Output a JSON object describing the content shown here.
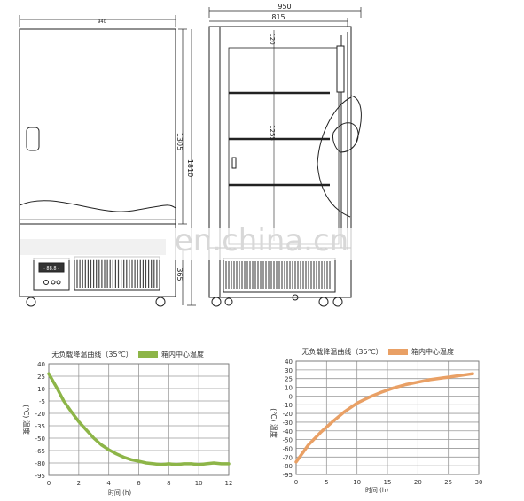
{
  "drawing": {
    "front": {
      "width_dim": "940",
      "height_dims": [
        "1305",
        "1810"
      ],
      "base_dim": "365",
      "display_text": "· 88.8 ·"
    },
    "side": {
      "width_dims": [
        "950",
        "815"
      ],
      "top_dim": "120",
      "inner_dim": "1255"
    }
  },
  "watermark": {
    "text": "en.china.cn",
    "color": "#d8d8d8"
  },
  "chart_data": [
    {
      "type": "line",
      "title": "无负载降温曲线（35℃）",
      "legend": "箱内中心温度",
      "ylabel": "(℃) 温度",
      "xlabel": "时间 (h)",
      "color": "#8db548",
      "xlim": [
        0,
        12
      ],
      "ylim": [
        -95,
        40
      ],
      "xticks": [
        0,
        2,
        4,
        6,
        8,
        10,
        12
      ],
      "yticks": [
        40,
        25,
        10,
        -5,
        -20,
        -35,
        -50,
        -65,
        -80,
        -95
      ],
      "ytick_labels": [
        "40",
        "25",
        "10",
        "-5",
        "-20",
        "-35",
        "-50",
        "-65",
        "-80",
        "-95"
      ],
      "x": [
        0,
        0.5,
        1,
        1.5,
        2,
        2.5,
        3,
        3.5,
        4,
        4.5,
        5,
        5.5,
        6,
        6.5,
        7,
        7.5,
        8,
        8.5,
        9,
        9.5,
        10,
        10.5,
        11,
        11.5,
        12
      ],
      "y": [
        28,
        12,
        -5,
        -18,
        -30,
        -40,
        -50,
        -58,
        -64,
        -69,
        -73,
        -76,
        -78,
        -80,
        -81,
        -82,
        -81,
        -82,
        -81,
        -81,
        -82,
        -81,
        -80,
        -81,
        -81
      ]
    },
    {
      "type": "line",
      "title": "无负载降温曲线（35℃）",
      "legend": "箱内中心温度",
      "ylabel": "(℃) 温度",
      "xlabel": "时间 (h)",
      "color": "#e9a065",
      "xlim": [
        0,
        30
      ],
      "ylim": [
        -95,
        40
      ],
      "xticks": [
        0,
        5,
        10,
        15,
        20,
        25,
        30
      ],
      "yticks": [
        40,
        30,
        25,
        10,
        0,
        -10,
        -20,
        -30,
        -40,
        -50,
        -60,
        -70,
        -80,
        -95
      ],
      "ytick_labels": [
        "40",
        "30",
        "25",
        "10",
        "0",
        "-10",
        "-20",
        "-30",
        "-40",
        "-50",
        "-60",
        "-70",
        "-80",
        "-95"
      ],
      "x": [
        0,
        2,
        4,
        6,
        8,
        10,
        12,
        14,
        16,
        18,
        20,
        22,
        24,
        26,
        28,
        29
      ],
      "y": [
        -80,
        -60,
        -45,
        -32,
        -20,
        -10,
        -3,
        3,
        8,
        12,
        15,
        18,
        20,
        22,
        24,
        25
      ]
    }
  ]
}
